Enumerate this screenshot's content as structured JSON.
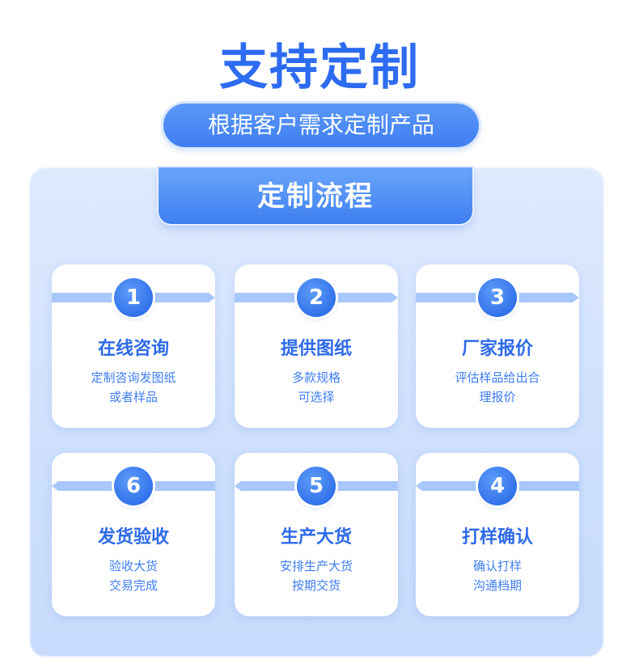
{
  "main_title": "支持定制",
  "subtitle": "根据客户需求定制产品",
  "panel_title": "定制流程",
  "steps": [
    {
      "number": "1",
      "title": "在线咨询",
      "lines": [
        "定制咨询发图纸",
        "或者样品"
      ]
    },
    {
      "number": "2",
      "title": "提供图纸",
      "lines": [
        "多款规格",
        "可选择"
      ]
    },
    {
      "number": "3",
      "title": "厂家报价",
      "lines": [
        "评估样品给出合",
        "理报价"
      ]
    },
    {
      "number": "4",
      "title": "打样确认",
      "lines": [
        "确认打样",
        "沟通档期"
      ]
    },
    {
      "number": "5",
      "title": "生产大货",
      "lines": [
        "安排生产大货",
        "按期交货"
      ]
    },
    {
      "number": "6",
      "title": "发货验收",
      "lines": [
        "验收大货",
        "交易完成"
      ]
    }
  ],
  "colors": {
    "accent_blue": "#2d6cf0",
    "panel_bg": "#d4e3fd",
    "band": "#a8c8fb"
  }
}
